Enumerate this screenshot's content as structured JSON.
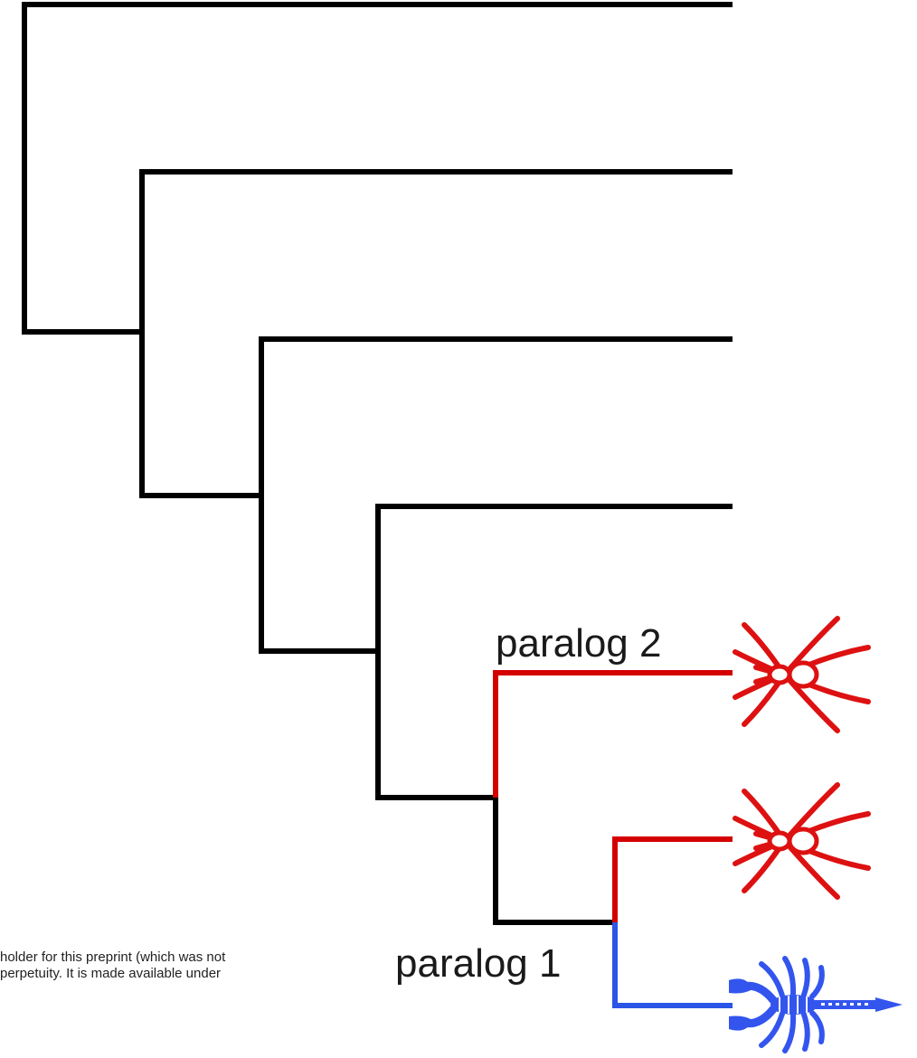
{
  "labels": {
    "paralog2": "paralog 2",
    "paralog1": "paralog 1"
  },
  "footer": {
    "line1": "holder for this preprint (which was not",
    "line2": "perpetuity. It is made available under"
  },
  "colors": {
    "branch_default": "#000000",
    "branch_paralog": "#d40000",
    "branch_outgroup": "#2a55e6",
    "spider": "#dd1111",
    "scorpion": "#3355ee"
  },
  "icons": {
    "spider": "spider-icon",
    "scorpion": "scorpion-icon"
  }
}
